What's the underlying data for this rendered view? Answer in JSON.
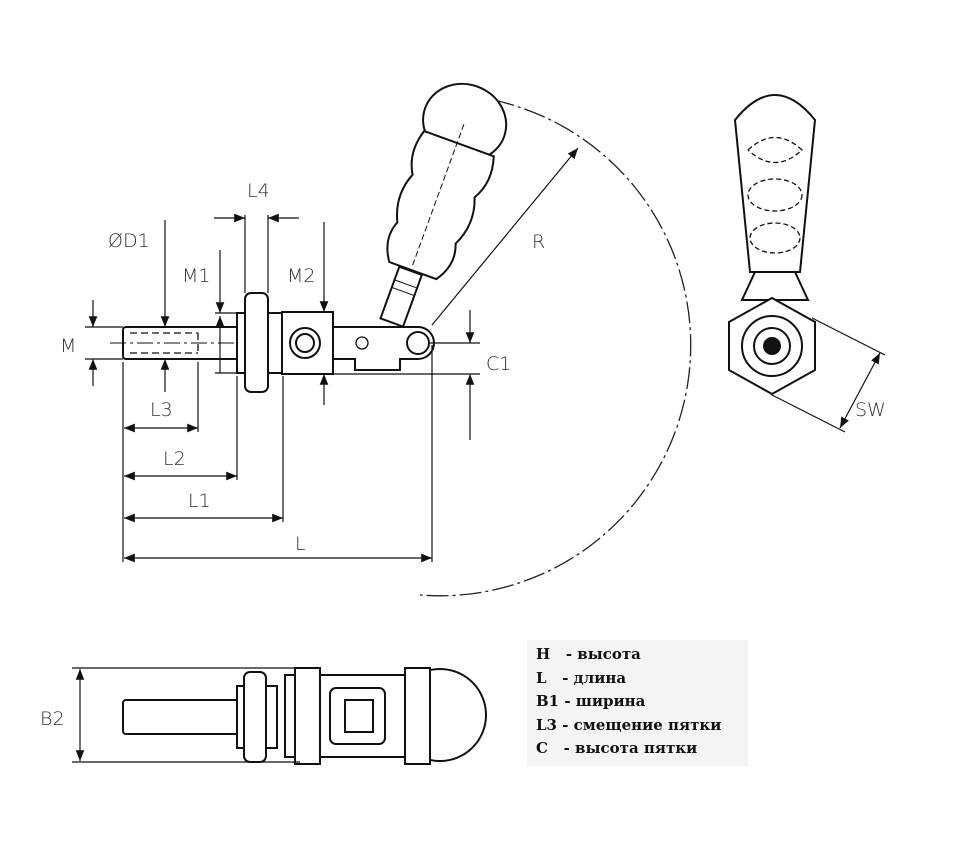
{
  "dimensions": {
    "m": "M",
    "d1": "ØD1",
    "m1": "M1",
    "l4": "L4",
    "m2": "M2",
    "r": "R",
    "c1": "C1",
    "l3": "L3",
    "l2": "L2",
    "l1": "L1",
    "l": "L",
    "sw": "SW",
    "b2": "B2"
  },
  "legend": [
    {
      "key": "H",
      "text": "H   - высота"
    },
    {
      "key": "L",
      "text": "L   - длина"
    },
    {
      "key": "B1",
      "text": "B1 - ширина"
    },
    {
      "key": "L3",
      "text": "L3 - смещение пятки"
    },
    {
      "key": "C",
      "text": "C   - высота пятки"
    }
  ]
}
